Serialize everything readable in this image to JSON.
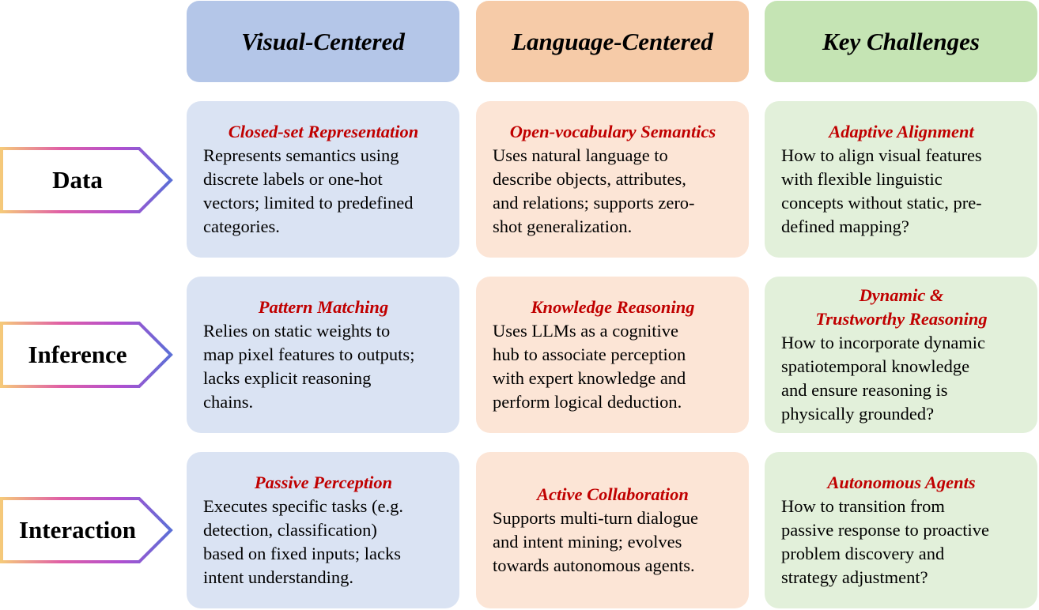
{
  "columns": [
    {
      "label": "Visual-Centered",
      "color": "#b4c6e8"
    },
    {
      "label": "Language-Centered",
      "color": "#f6cba8"
    },
    {
      "label": "Key Challenges",
      "color": "#c5e4b4"
    }
  ],
  "rows": [
    {
      "label": "Data",
      "cells": [
        {
          "title": "Closed-set Representation",
          "text": "Represents semantics using\ndiscrete labels or one-hot\nvectors; limited to predefined\ncategories."
        },
        {
          "title": "Open-vocabulary Semantics",
          "text": "Uses natural language to\ndescribe objects, attributes,\nand relations; supports zero-\nshot generalization."
        },
        {
          "title": "Adaptive Alignment",
          "text": "How to align visual features\nwith flexible linguistic\nconcepts without static, pre-\ndefined mapping?"
        }
      ]
    },
    {
      "label": "Inference",
      "cells": [
        {
          "title": "Pattern Matching",
          "text": "Relies on static weights to\nmap pixel features to outputs;\nlacks explicit reasoning\nchains."
        },
        {
          "title": "Knowledge Reasoning",
          "text": "Uses LLMs as a cognitive\nhub to associate perception\nwith expert knowledge and\nperform logical deduction."
        },
        {
          "title": "Dynamic &\nTrustworthy Reasoning",
          "text": "How to incorporate dynamic\nspatiotemporal knowledge\nand ensure reasoning is\nphysically grounded?"
        }
      ]
    },
    {
      "label": "Interaction",
      "cells": [
        {
          "title": "Passive Perception",
          "text": "Executes specific tasks (e.g.\ndetection, classification)\nbased on fixed inputs; lacks\nintent understanding."
        },
        {
          "title": "Active Collaboration",
          "text": "Supports multi-turn dialogue\nand intent mining; evolves\ntowards autonomous agents."
        },
        {
          "title": "Autonomous Agents",
          "text": "How to transition from\npassive response to proactive\nproblem discovery and\nstrategy adjustment?"
        }
      ]
    }
  ],
  "colors": {
    "title_red": "#c00000",
    "arrow_gradient": [
      "#f5c97a",
      "#e05fa6",
      "#b04fd0",
      "#5b6fd6"
    ]
  }
}
